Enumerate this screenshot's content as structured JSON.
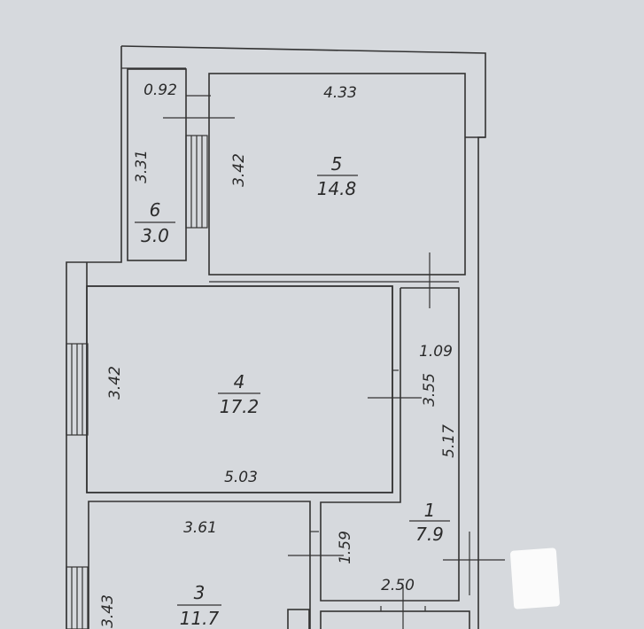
{
  "rooms": [
    {
      "number": "5",
      "area": "14.8"
    },
    {
      "number": "6",
      "area": "3.0"
    },
    {
      "number": "4",
      "area": "17.2"
    },
    {
      "number": "1",
      "area": "7.9"
    },
    {
      "number": "3",
      "area": "11.7"
    }
  ],
  "dimensions": {
    "d_0_92": "0.92",
    "d_4_33": "4.33",
    "d_3_31": "3.31",
    "d_3_42_top": "3.42",
    "d_3_42_mid": "3.42",
    "d_1_09": "1.09",
    "d_3_55": "3.55",
    "d_5_17": "5.17",
    "d_5_03": "5.03",
    "d_3_61": "3.61",
    "d_1_59": "1.59",
    "d_2_50": "2.50",
    "d_3_43": "3.43"
  }
}
